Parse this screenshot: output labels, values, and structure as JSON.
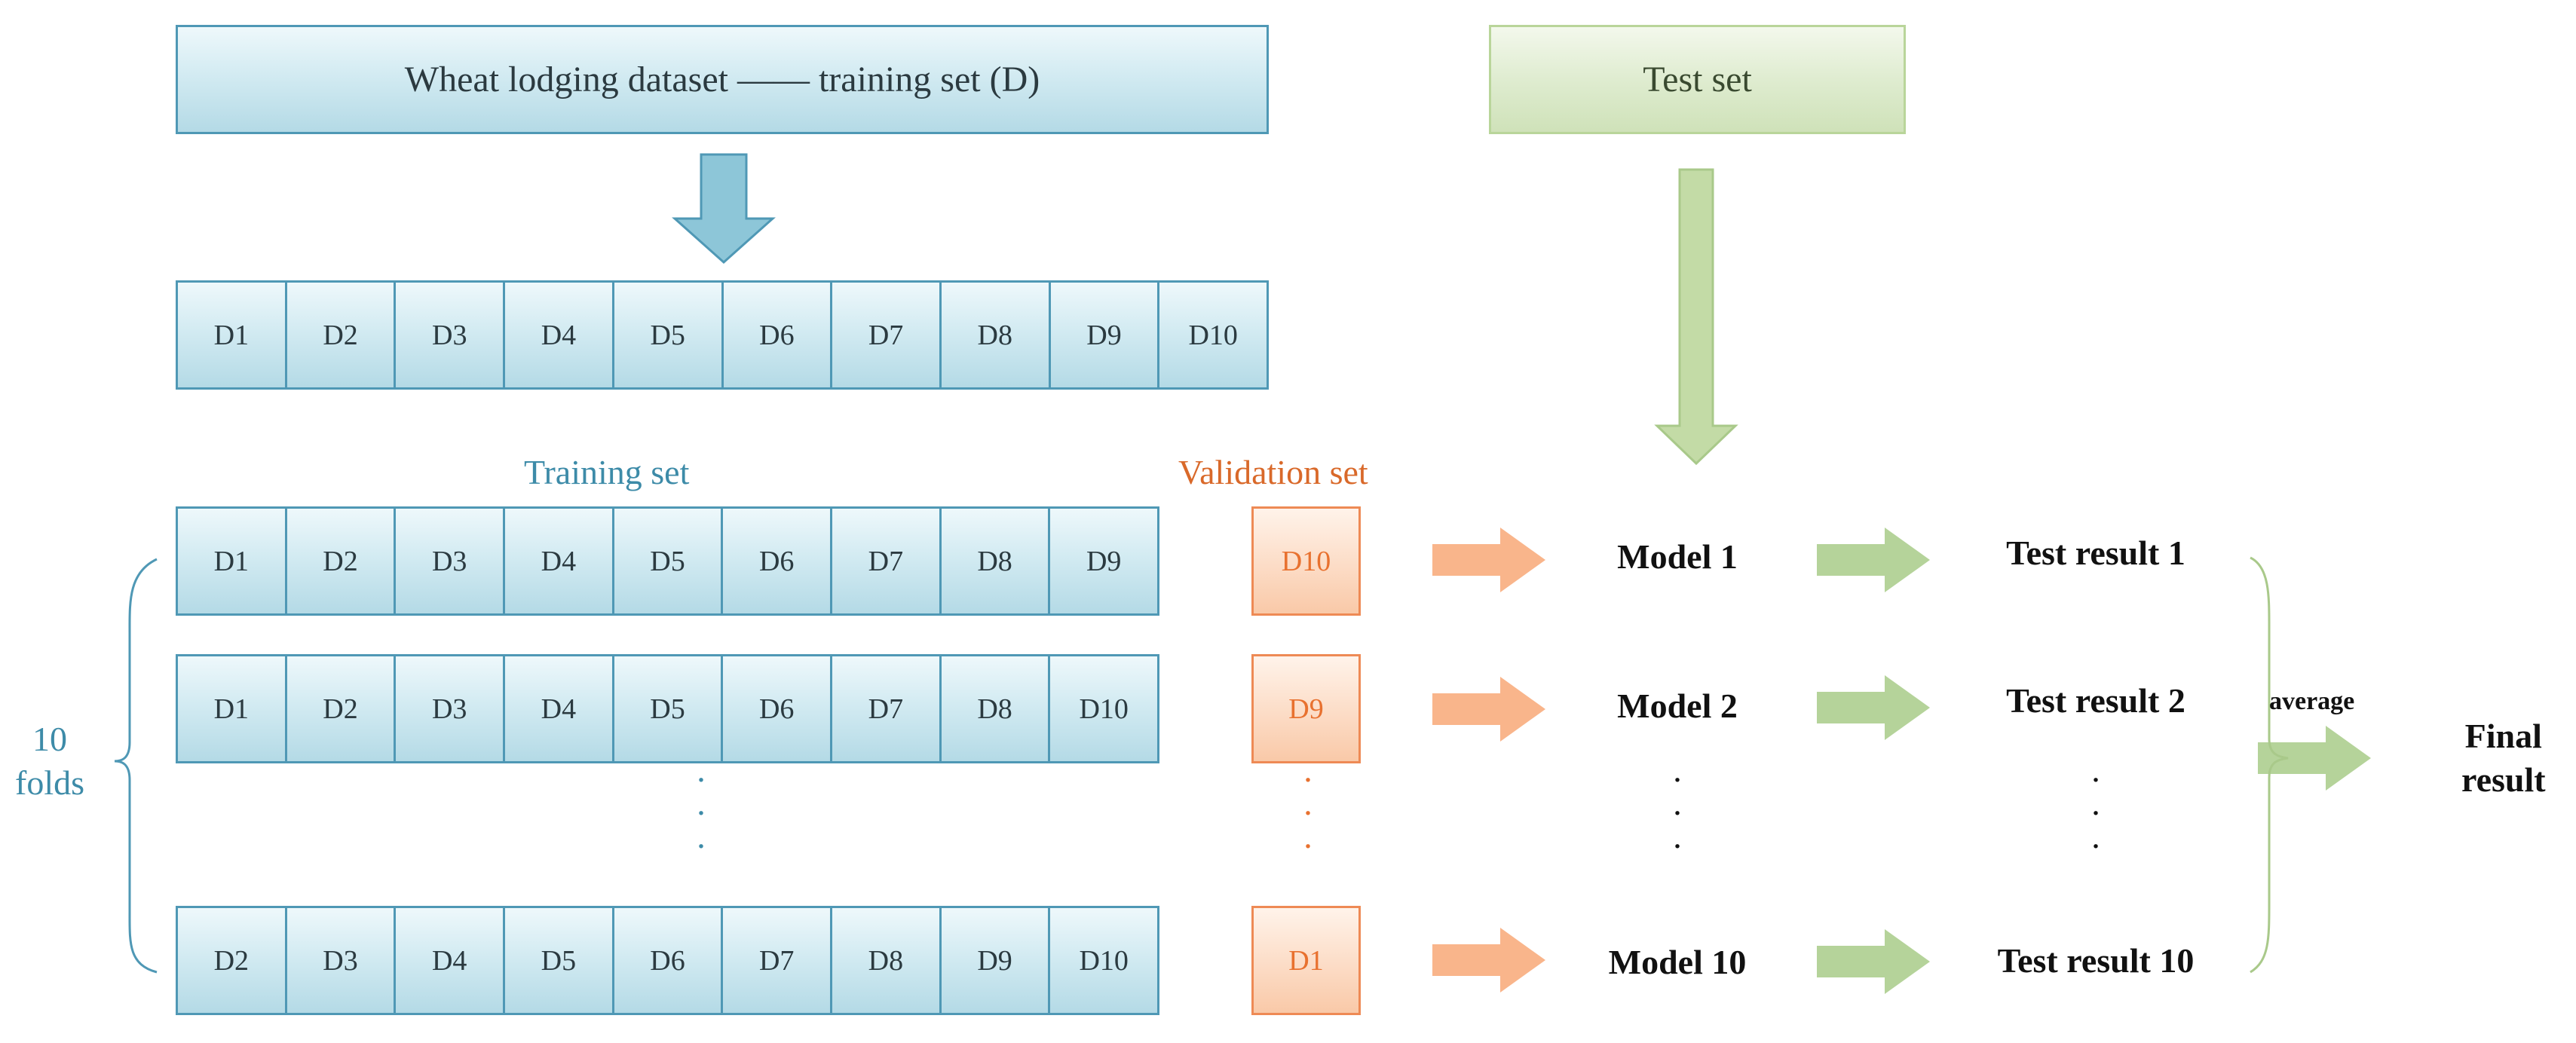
{
  "title": "Wheat lodging dataset —— training set (D)",
  "test_set": "Test set",
  "split_row": [
    "D1",
    "D2",
    "D3",
    "D4",
    "D5",
    "D6",
    "D7",
    "D8",
    "D9",
    "D10"
  ],
  "training_set_label": "Training set",
  "validation_set_label": "Validation set",
  "folds_label": {
    "line1": "10",
    "line2": "folds"
  },
  "folds": [
    {
      "training": [
        "D1",
        "D2",
        "D3",
        "D4",
        "D5",
        "D6",
        "D7",
        "D8",
        "D9"
      ],
      "validation": "D10",
      "model": "Model 1",
      "result": "Test result 1"
    },
    {
      "training": [
        "D1",
        "D2",
        "D3",
        "D4",
        "D5",
        "D6",
        "D7",
        "D8",
        "D10"
      ],
      "validation": "D9",
      "model": "Model 2",
      "result": "Test result 2"
    },
    {
      "training": [
        "D2",
        "D3",
        "D4",
        "D5",
        "D6",
        "D7",
        "D8",
        "D9",
        "D10"
      ],
      "validation": "D1",
      "model": "Model 10",
      "result": "Test result 10"
    }
  ],
  "average_label": "average",
  "final_result": {
    "line1": "Final",
    "line2": "result"
  },
  "colors": {
    "blue": "#4f98b5",
    "blue_text": "#3d8ba8",
    "green": "#b9d59a",
    "orange": "#ee8a55",
    "orange_text": "#d9692a"
  }
}
